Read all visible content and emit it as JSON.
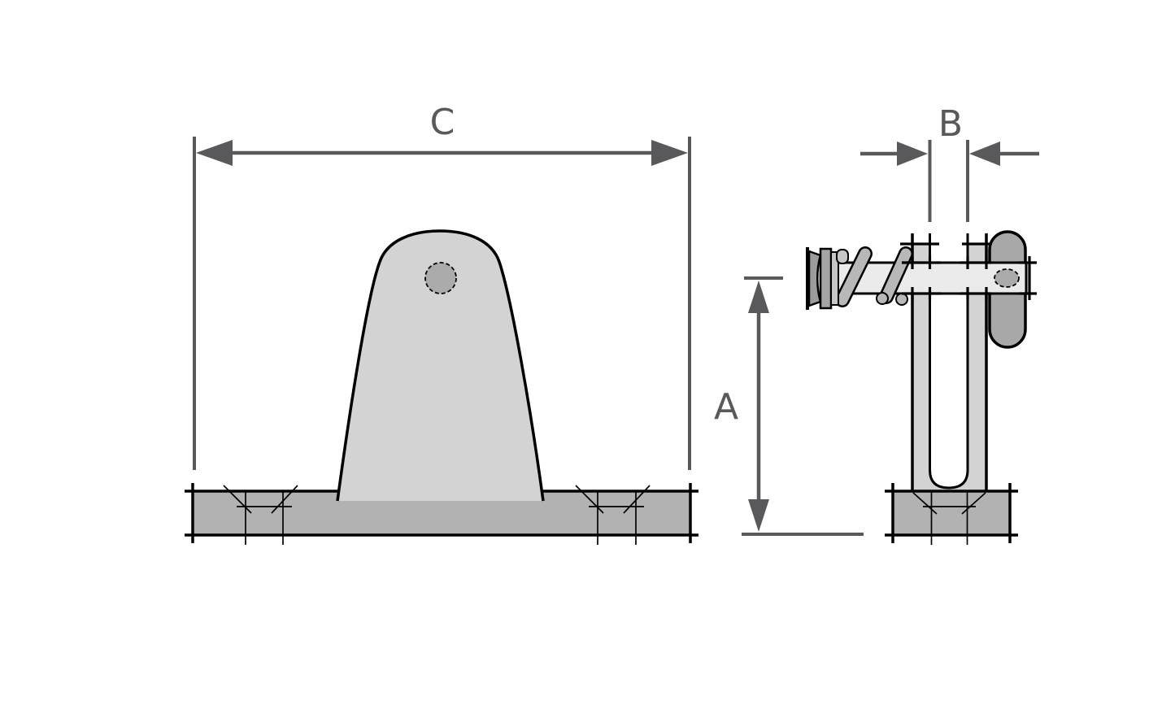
{
  "drawing": {
    "kind": "technical-dimension-drawing",
    "dimensions": {
      "c": {
        "label": "C",
        "orientation": "horizontal",
        "view": "front"
      },
      "b": {
        "label": "B",
        "orientation": "horizontal",
        "view": "side"
      },
      "a": {
        "label": "A",
        "orientation": "vertical",
        "view": "side"
      }
    },
    "views": {
      "front": {
        "parts": [
          "base-plate",
          "mounting-lug",
          "lug-hole",
          "countersunk-hole-left",
          "countersunk-hole-right"
        ]
      },
      "side": {
        "parts": [
          "clevis-legs",
          "clevis-slot",
          "base-plate",
          "countersunk-hole",
          "hinge-pin-shaft",
          "coil-spring",
          "pull-knob",
          "end-knob",
          "pin-hole"
        ]
      }
    },
    "colors": {
      "outline": "#000000",
      "dimension": "#59595b",
      "lug_fill": "#d3d3d3",
      "base_fill": "#b2b2b2",
      "hole_fill": "#ababab",
      "shaft_fill": "#ebebeb",
      "knob_fill": "#a8a8a8",
      "spring_fill": "#b8b8b8",
      "background": "#ffffff"
    }
  }
}
